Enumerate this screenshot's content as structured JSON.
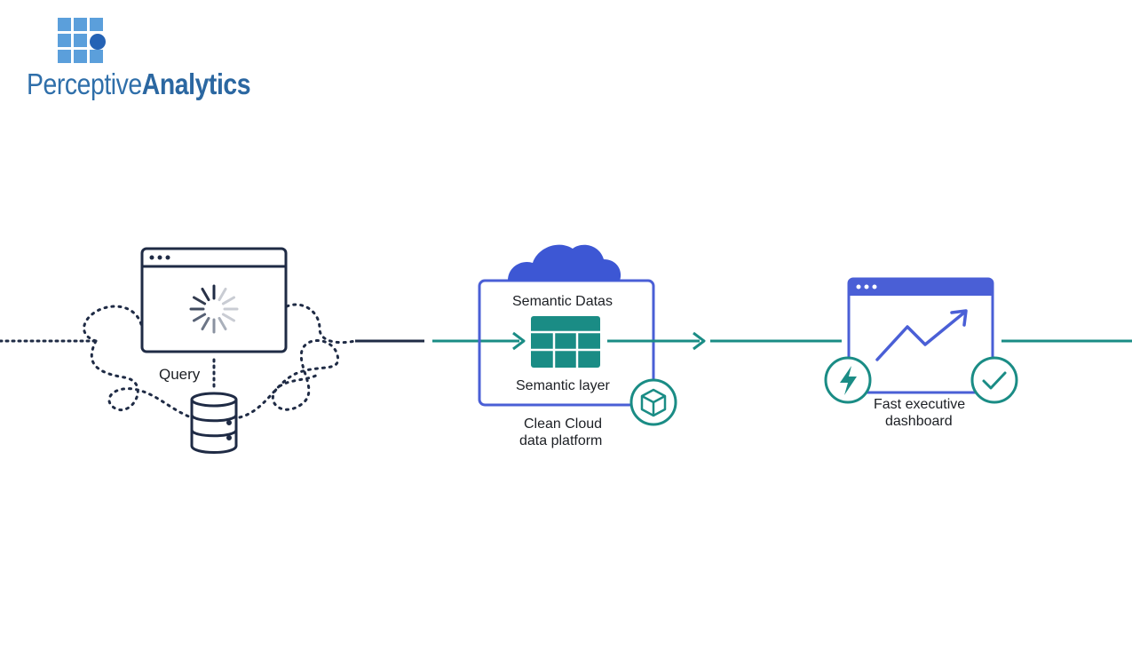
{
  "logo": {
    "text_light": "Perceptive",
    "text_bold": "Analytics"
  },
  "diagram": {
    "query_label": "Query",
    "cloud_box_title": "Semantic Datas",
    "semantic_layer_label": "Semantic layer",
    "platform_label_line1": "Clean Cloud",
    "platform_label_line2": "data platform",
    "dashboard_label_line1": "Fast executive",
    "dashboard_label_line2": "dashboard"
  },
  "colors": {
    "navy": "#1f2b45",
    "teal": "#1a8c85",
    "blue": "#4a5fd6",
    "cloud_blue": "#3d57d4",
    "logo_blue": "#5aa0dc"
  }
}
